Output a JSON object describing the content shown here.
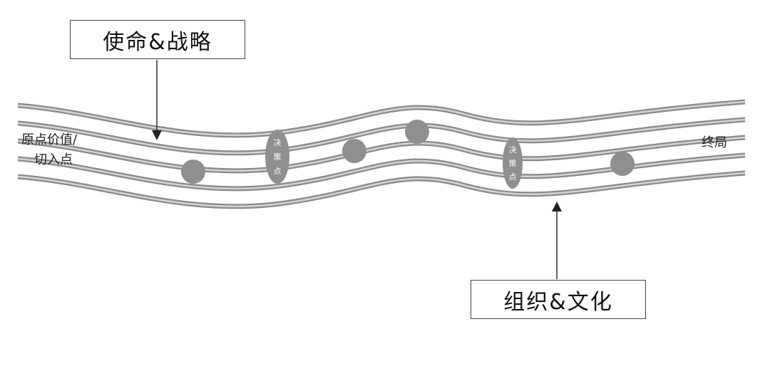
{
  "boxes": {
    "top": "使命&战略",
    "bottom": "组织&文化"
  },
  "labels": {
    "start_line1": "原点价值/",
    "start_line2": "切入点",
    "end": "终局"
  },
  "decision_points": [
    {
      "label": "决策点",
      "chars": [
        "决",
        "策",
        "点"
      ]
    },
    {
      "label": "决策点",
      "chars": [
        "决",
        "策",
        "点"
      ]
    }
  ],
  "colors": {
    "stream": "#8a8a8a",
    "stream_highlight": "#d4d4d4",
    "node": "#8f8f8f",
    "arrow": "#222222"
  }
}
